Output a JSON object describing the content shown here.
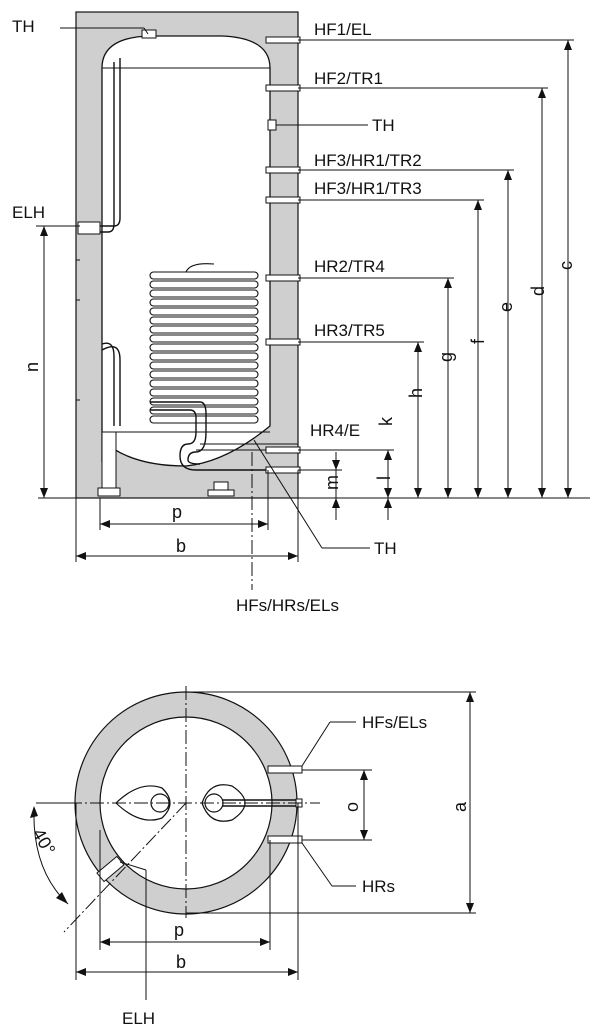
{
  "side_view": {
    "labels": {
      "th_top": "TH",
      "hf1": "HF1/EL",
      "hf2": "HF2/TR1",
      "th_mid": "TH",
      "hf3a": "HF3/HR1/TR2",
      "hf3b": "HF3/HR1/TR3",
      "elh": "ELH",
      "hr2": "HR2/TR4",
      "hr3": "HR3/TR5",
      "hr4": "HR4/E",
      "th_bottom": "TH",
      "hfs_hrs_els": "HFs/HRs/ELs"
    },
    "dimensions": {
      "c": "c",
      "d": "d",
      "e": "e",
      "f": "f",
      "g": "g",
      "h": "h",
      "k": "k",
      "l": "l",
      "m": "m",
      "n": "n",
      "p": "p",
      "b": "b"
    }
  },
  "top_view": {
    "labels": {
      "hfs_els": "HFs/ELs",
      "hrs": "HRs",
      "elh": "ELH",
      "angle": "40°"
    },
    "dimensions": {
      "a": "a",
      "o": "o",
      "p": "p",
      "b": "b"
    }
  }
}
